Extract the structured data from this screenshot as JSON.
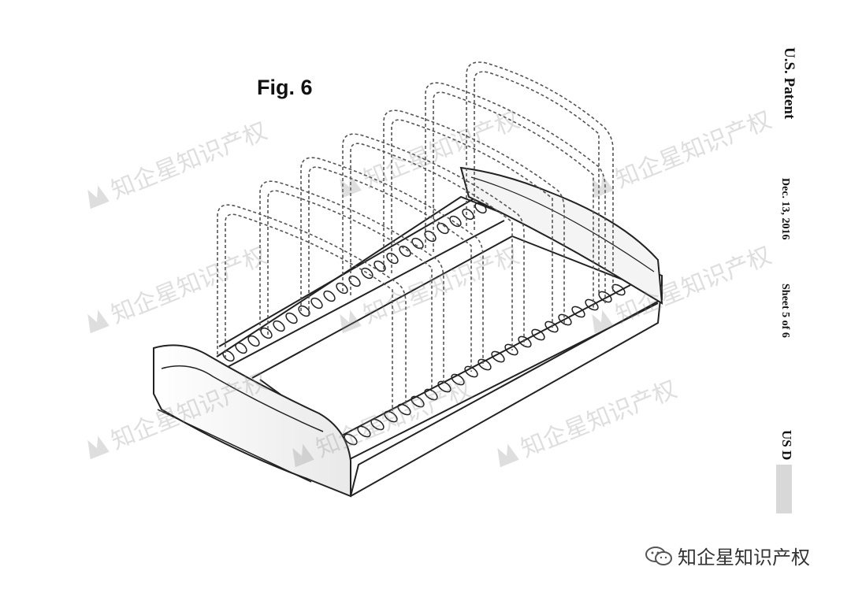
{
  "figure": {
    "label": "Fig. 6"
  },
  "header": {
    "title": "U.S. Patent",
    "date": "Dec. 13, 2016",
    "sheet": "Sheet 5 of 6",
    "patent_number": "US D"
  },
  "watermark": {
    "text": "知企星知识产权"
  },
  "credit": {
    "text": "知企星知识产权"
  },
  "icons": [
    "watermark-logo-icon",
    "wechat-bubble-icon"
  ]
}
